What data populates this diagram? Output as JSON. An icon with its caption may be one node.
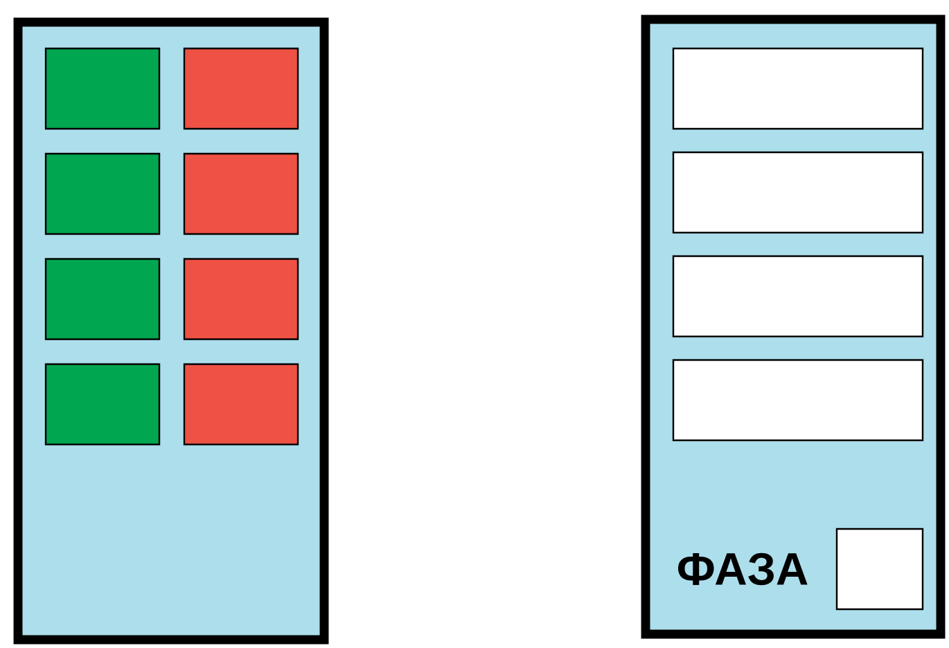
{
  "diagram": {
    "nodes": [
      {
        "text": [],
        "shape": "box"
      },
      {
        "text": [],
        "shape": "box",
        "in": 0
      },
      {
        "text": [],
        "shape": "box",
        "in": 0
      },
      {
        "text": [],
        "shape": "box",
        "in": 0
      },
      {
        "text": [],
        "shape": "box",
        "in": 0
      },
      {
        "text": [],
        "shape": "box",
        "in": 0
      },
      {
        "text": [],
        "shape": "box",
        "in": 0
      },
      {
        "text": [],
        "shape": "box",
        "in": 0
      },
      {
        "text": [],
        "shape": "box",
        "in": 0
      },
      {
        "text": [],
        "shape": "box"
      },
      {
        "text": [],
        "shape": "box",
        "in": 9
      },
      {
        "text": [],
        "shape": "box",
        "in": 9
      },
      {
        "text": [],
        "shape": "box",
        "in": 9
      },
      {
        "text": [],
        "shape": "box",
        "in": 9
      },
      {
        "text": [],
        "shape": "box",
        "in": 9
      }
    ],
    "labels": [
      "ФАЗА"
    ]
  }
}
